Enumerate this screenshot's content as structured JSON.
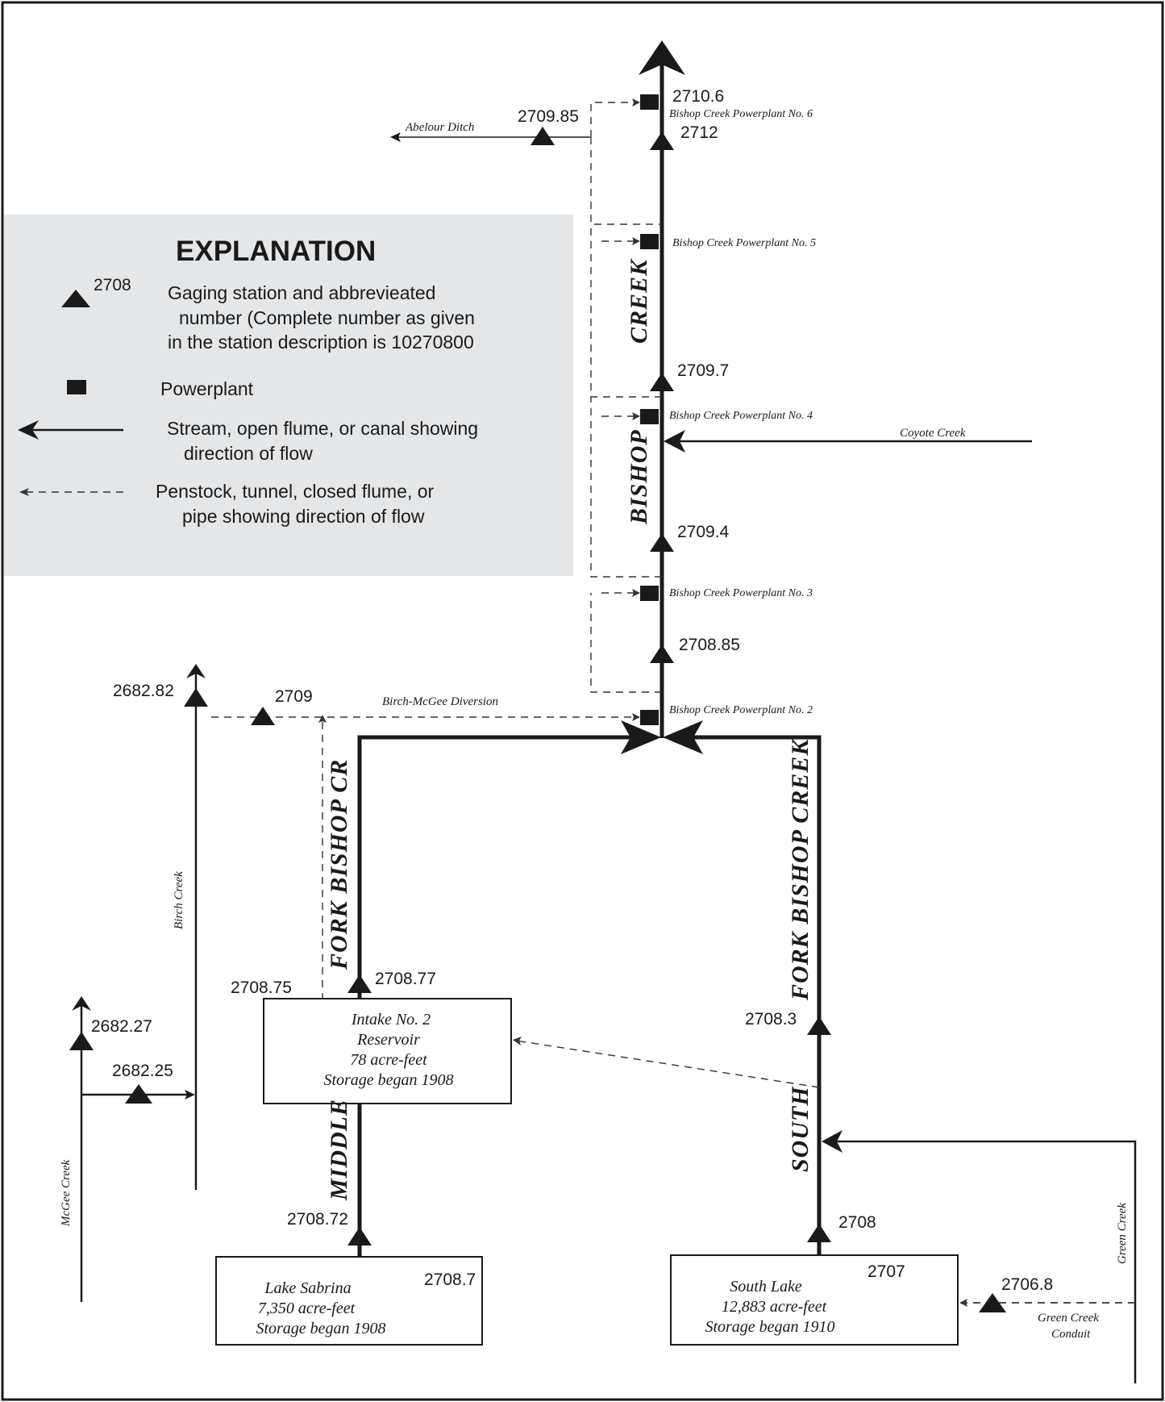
{
  "legend": {
    "title": "EXPLANATION",
    "station_example": "2708",
    "station_text": [
      "Gaging station and abbrevieated",
      "number (Complete number as given",
      "in the station description is 10270800"
    ],
    "powerplant_text": "Powerplant",
    "stream_text": [
      "Stream, open flume, or canal showing",
      "direction of flow"
    ],
    "pipe_text": [
      "Penstock, tunnel, closed flume, or",
      "pipe showing direction of flow"
    ]
  },
  "creek_labels": {
    "creek": "CREEK",
    "bishop": "BISHOP",
    "middle_fork_upper": "FORK   BISHOP CR",
    "middle_lower": "MIDDLE",
    "south_fork_upper": "FORK  BISHOP  CREEK",
    "south_lower": "SOUTH"
  },
  "stream_names": {
    "abelour": "Abelour Ditch",
    "coyote": "Coyote  Creek",
    "birch_mcgee": "Birch-McGee Diversion",
    "birch": "Birch   Creek",
    "mcgee": "McGee   Creek",
    "green": "Green        Creek",
    "green_conduit_1": "Green Creek",
    "green_conduit_2": "Conduit"
  },
  "powerplants": {
    "pp6": "Bishop Creek Powerplant No. 6",
    "pp5": "Bishop Creek Powerplant No. 5",
    "pp4": "Bishop Creek Powerplant No. 4",
    "pp3": "Bishop Creek Powerplant No. 3",
    "pp2": "Bishop Creek Powerplant No. 2"
  },
  "stations": {
    "s2710_6": "2710.6",
    "s2709_85": "2709.85",
    "s2712": "2712",
    "s2709_7": "2709.7",
    "s2709_4": "2709.4",
    "s2708_85": "2708.85",
    "s2682_82": "2682.82",
    "s2709": "2709",
    "s2708_75": "2708.75",
    "s2708_77": "2708.77",
    "s2682_27": "2682.27",
    "s2682_25": "2682.25",
    "s2708_3": "2708.3",
    "s2708_72": "2708.72",
    "s2708": "2708",
    "s2708_7": "2708.7",
    "s2707": "2707",
    "s2706_8": "2706.8"
  },
  "reservoirs": {
    "intake": [
      "Intake No. 2",
      "Reservoir",
      "78 acre-feet",
      "Storage began 1908"
    ],
    "sabrina": [
      "Lake Sabrina",
      "7,350 acre-feet",
      "Storage began 1908"
    ],
    "south_lake": [
      "South Lake",
      "12,883 acre-feet",
      "Storage began 1910"
    ]
  }
}
